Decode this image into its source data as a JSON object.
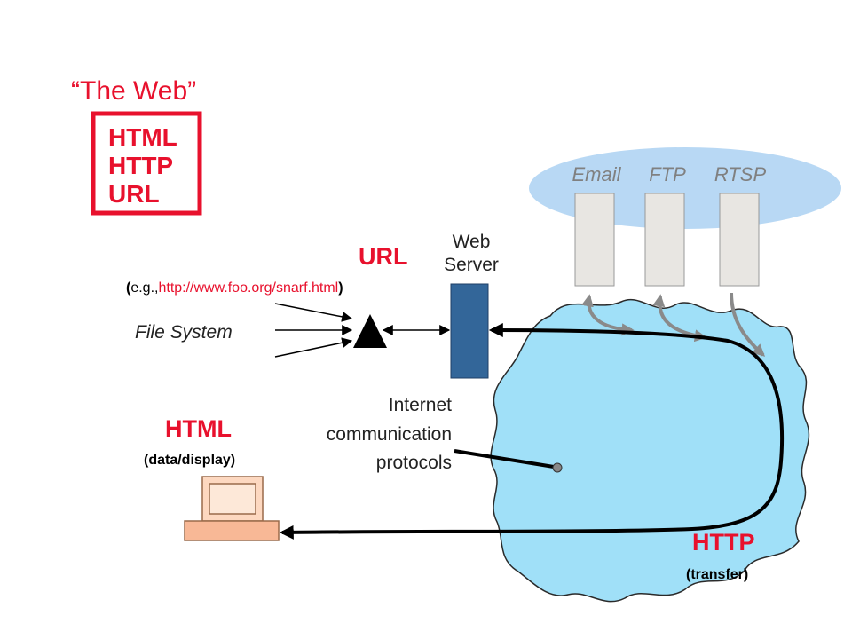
{
  "title": "“The Web”",
  "web_components": [
    "HTML",
    "HTTP",
    "URL"
  ],
  "protocols": [
    "Email",
    "FTP",
    "RTSP"
  ],
  "url_label": "URL",
  "url_example": {
    "open": "(",
    "eg": "e.g.,",
    "link": "http://www.foo.org/snarf.html",
    "close": ")"
  },
  "file_system_label": "File System",
  "web_server_label": [
    "Web",
    "Server"
  ],
  "internet_label": [
    "Internet",
    "communication",
    "protocols"
  ],
  "html_label": "HTML",
  "html_sub": "(data/display)",
  "http_label": "HTTP",
  "http_sub": "(transfer)",
  "colors": {
    "accent_red": "#e8112d",
    "cloud_fill": "#a0e0f8",
    "ellipse_fill": "#b8d8f4",
    "server_fill": "#336699",
    "protocol_box": "#e8e6e2",
    "computer_fill": "#fdd8c0",
    "arrow_gray": "#8a8a8a",
    "label_gray": "#808080"
  }
}
